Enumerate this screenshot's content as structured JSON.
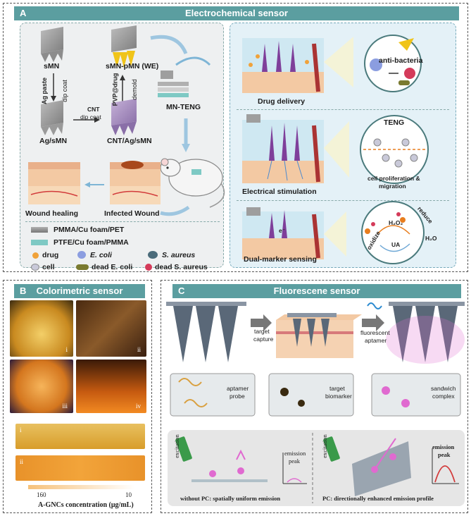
{
  "panels": {
    "a": {
      "letter": "A",
      "title": "Electrochemical sensor",
      "fabrication": {
        "smn": "sMN",
        "smn_pmn": "sMN-pMN (WE)",
        "ag_smn": "Ag/sMN",
        "cnt_ag_smn": "CNT/Ag/sMN",
        "ag_paste": "Ag paste",
        "dip_coat": "dip coat",
        "pvp_drug": "PVP@drug",
        "demold": "demold",
        "cnt": "CNT",
        "cnt_dip_coat": "dip coat",
        "mn_teng": "MN-TENG",
        "wound_healing": "Wound healing",
        "infected_wound": "Infected Wound"
      },
      "legend": {
        "pmma": "PMMA/Cu foam/PET",
        "ptfe": "PTFE/Cu foam/PMMA",
        "drug": "drug",
        "ecoli": "E. coli",
        "saureus": "S. aureus",
        "cell": "cell",
        "dead_ecoli": "dead E. coli",
        "dead_saureus": "dead S. aureus"
      },
      "functions": {
        "drug_delivery": "Drug delivery",
        "anti_bacteria": "anti-bacteria",
        "electrical_stimulation": "Electrical stimulation",
        "teng": "TENG",
        "cell_proliferation": "cell proliferation &",
        "migration": "migration",
        "dual_marker": "Dual-marker sensing",
        "h2o2": "H₂O₂",
        "reduce": "reduce",
        "h2o": "H₂O",
        "oxidize": "oxidize",
        "ua": "UA",
        "e_minus": "e⁻"
      }
    },
    "b": {
      "letter": "B",
      "title": "Colorimetric sensor",
      "roman_i": "i",
      "roman_ii": "ii",
      "roman_iii": "iii",
      "roman_iv": "iv",
      "strip_i": "i",
      "strip_ii": "ii",
      "conc_high": "160",
      "conc_low": "10",
      "concentration_label": "A-GNCs concentration (μg/mL)"
    },
    "c": {
      "letter": "C",
      "title": "Fluorescene sensor",
      "target_capture_1": "target",
      "target_capture_2": "capture",
      "fluorescent_1": "fluorescent",
      "fluorescent_2": "aptamer",
      "aptamer_probe_1": "aptamer",
      "aptamer_probe_2": "probe",
      "target_biomarker_1": "target",
      "target_biomarker_2": "biomarker",
      "sandwich_1": "sandwich",
      "sandwich_2": "complex",
      "excitation": "excitation",
      "emission_peak_1": "emission",
      "emission_peak_2": "peak",
      "without_pc": "without PC: spatially uniform emission",
      "with_pc": "PC: directionally enhanced emission profile"
    }
  },
  "colors": {
    "header": "#5b9ea0",
    "skin": "#f3c9a3",
    "wound": "#a8481c",
    "gold": "#f0b429",
    "orange": "#e87d1e",
    "pink": "#e06ad0",
    "teal": "#7ec9c4",
    "gray": "#8c8c8c"
  }
}
